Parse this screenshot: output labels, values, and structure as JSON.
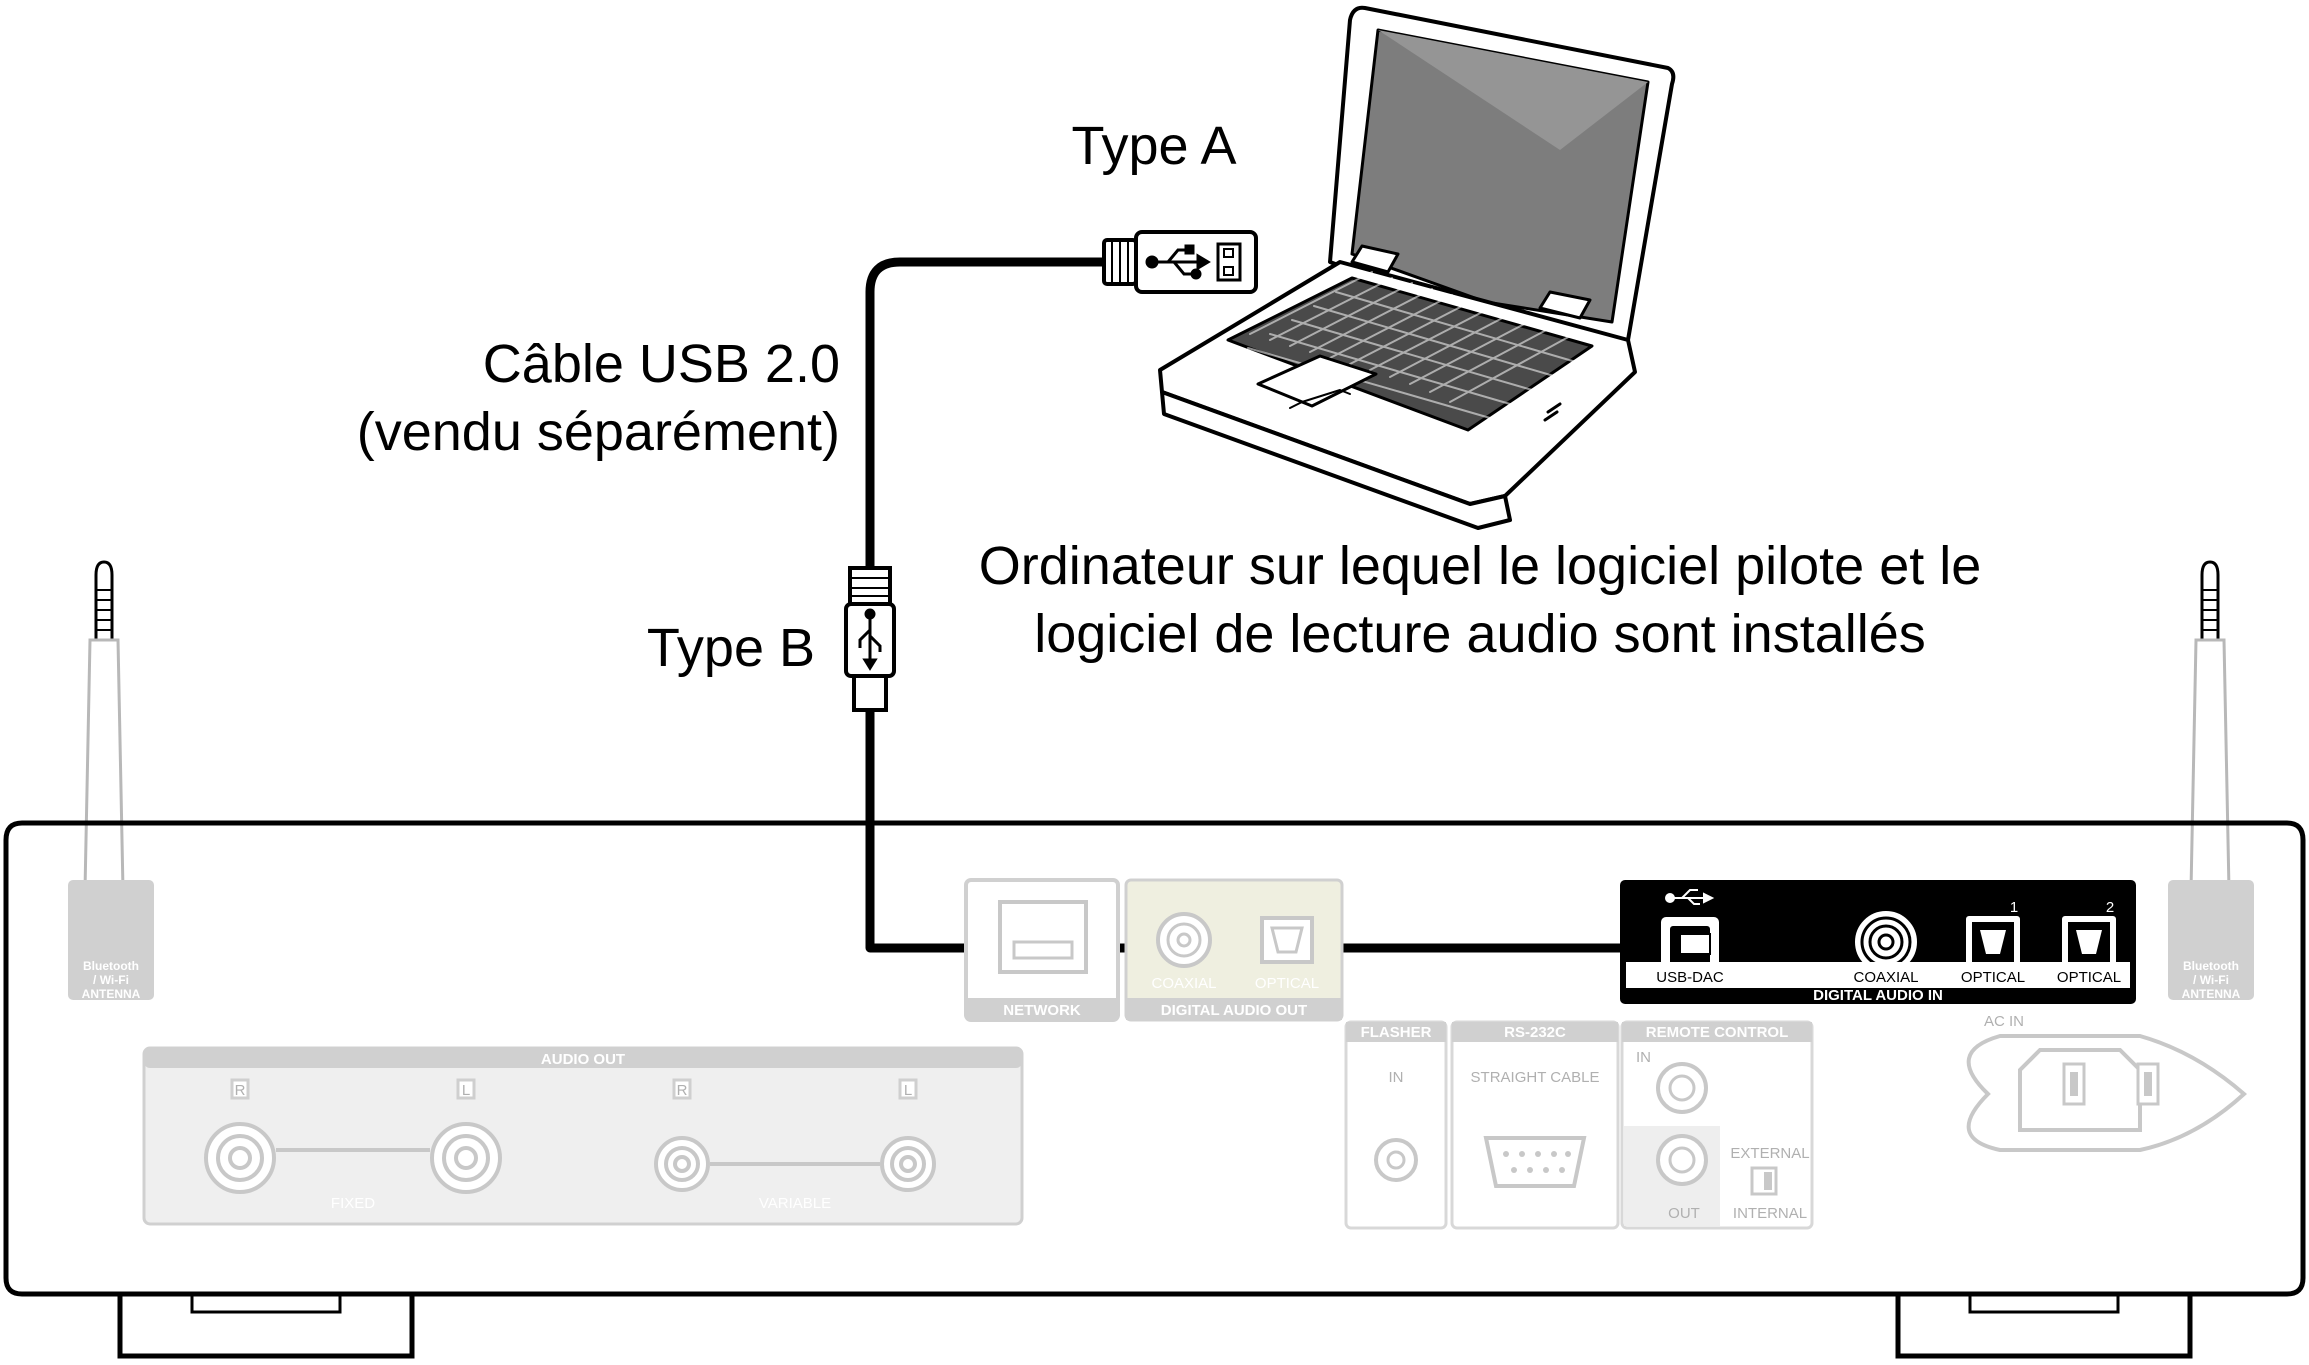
{
  "labels": {
    "type_a": "Type A",
    "type_b": "Type B",
    "cable_line1": "Câble USB 2.0",
    "cable_line2": "(vendu séparément)",
    "computer_line1": "Ordinateur sur lequel le logiciel pilote et le",
    "computer_line2": "logiciel de lecture audio sont installés"
  },
  "antenna": {
    "line1": "Bluetooth",
    "line2": "/ Wi-Fi",
    "line3": "ANTENNA"
  },
  "panel": {
    "network": "NETWORK",
    "dout_title": "DIGITAL AUDIO OUT",
    "dout_coaxial": "COAXIAL",
    "dout_optical": "OPTICAL",
    "din_title": "DIGITAL AUDIO IN",
    "din_usb": "USB-DAC",
    "din_coaxial": "COAXIAL",
    "din_optical1": "OPTICAL",
    "din_optical2": "OPTICAL",
    "din_num1": "1",
    "din_num2": "2",
    "audio_out": "AUDIO OUT",
    "fixed": "FIXED",
    "variable": "VARIABLE",
    "r": "R",
    "l": "L",
    "flasher": "FLASHER",
    "flasher_in": "IN",
    "rs232c": "RS-232C",
    "straight_cable": "STRAIGHT CABLE",
    "remote_control": "REMOTE CONTROL",
    "rc_in": "IN",
    "rc_out": "OUT",
    "external": "EXTERNAL",
    "internal": "INTERNAL",
    "ac_in": "AC IN"
  },
  "colors": {
    "ink": "#000000",
    "panel_grey": "#d0d0d0",
    "label_grey": "#b0b0b0"
  }
}
